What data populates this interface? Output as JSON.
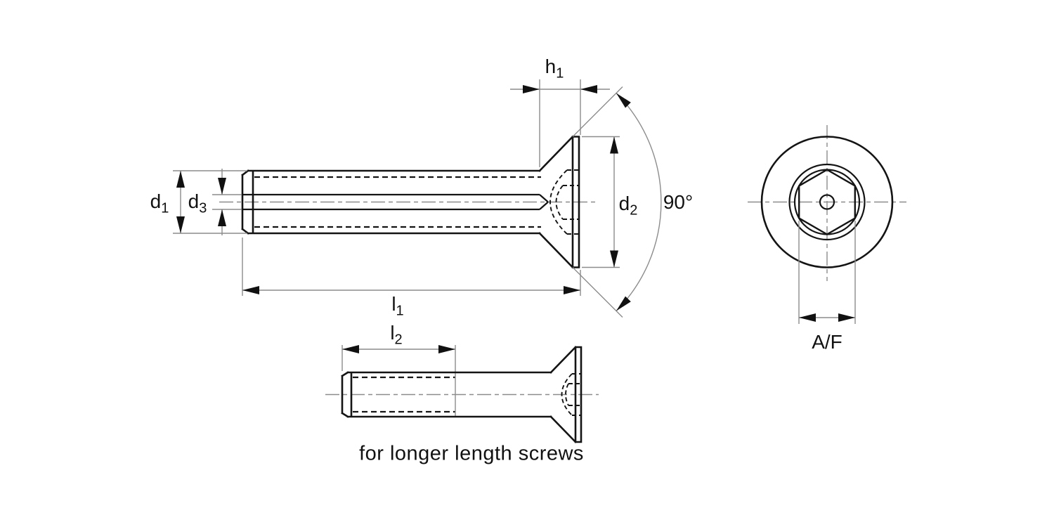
{
  "colors": {
    "outline": "#141414",
    "dimension_lines": "#8c8c8c",
    "text": "#111111",
    "background": "#ffffff"
  },
  "side_view": {
    "dim_h1": {
      "base": "h",
      "sub": "1"
    },
    "dim_d1": {
      "base": "d",
      "sub": "1"
    },
    "dim_d3": {
      "base": "d",
      "sub": "3"
    },
    "dim_d2": {
      "base": "d",
      "sub": "2"
    },
    "dim_l1": {
      "base": "l",
      "sub": "1"
    },
    "head_angle": "90°"
  },
  "long_screw_view": {
    "dim_l2": {
      "base": "l",
      "sub": "2"
    },
    "caption": "for longer length screws"
  },
  "end_view": {
    "dim_af": "A/F"
  }
}
